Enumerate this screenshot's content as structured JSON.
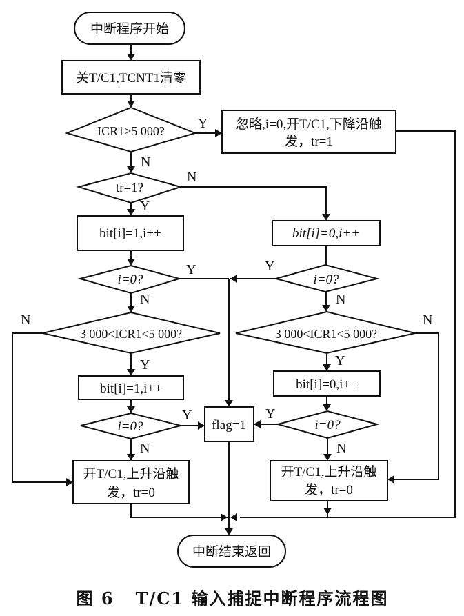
{
  "nodes": {
    "start": "中断程序开始",
    "stop_timer": "关T/C1,TCNT1清零",
    "check_icr_gt": "ICR1>5 000?",
    "ignore_line1": "忽略,i=0,开T/C1,下降沿触",
    "ignore_line2": "发，tr=1",
    "check_tr": "tr=1?",
    "left_bit1": "bit[i]=1,i++",
    "left_i0": "i=0?",
    "left_range": "3 000<ICR1<5 000?",
    "left_bit1b": "bit[i]=1,i++",
    "left_i0b": "i=0?",
    "left_rise_line1": "开T/C1,上升沿触",
    "left_rise_line2": "发，tr=0",
    "right_bit0": "bit[i]=0,i++",
    "right_i0": "i=0?",
    "right_range": "3 000<ICR1<5 000?",
    "right_bit0b": "bit[i]=0,i++",
    "right_i0b": "i=0?",
    "right_rise_line1": "开T/C1,上升沿触",
    "right_rise_line2": "发，tr=0",
    "flag": "flag=1",
    "end": "中断结束返回"
  },
  "labels": {
    "yes": "Y",
    "no": "N"
  },
  "caption": "图 6   T/C1 输入捕捉中断程序流程图"
}
